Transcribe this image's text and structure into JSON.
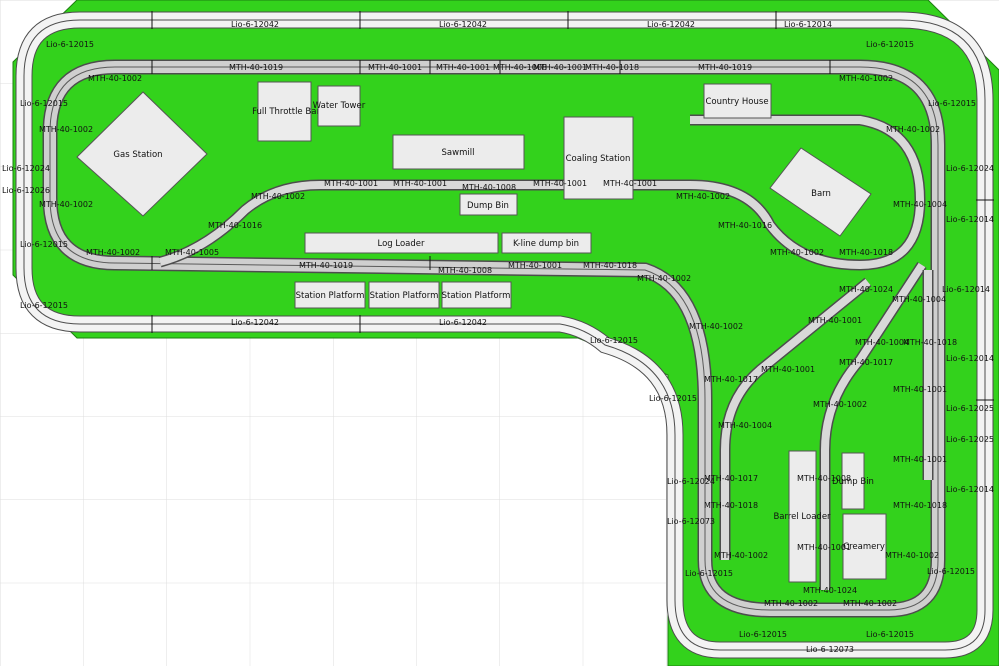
{
  "colors": {
    "table": "#33d21c",
    "grid": "#dedede",
    "track": "#9a9a9a",
    "rail": "#4d4d4d",
    "building_fill": "#ececec",
    "building_stroke": "#555555"
  },
  "buildings": [
    {
      "id": "gas-station",
      "label": "Gas Station"
    },
    {
      "id": "full-throttle-bar",
      "label": "Full Throttle Bar"
    },
    {
      "id": "water-tower",
      "label": "Water Tower"
    },
    {
      "id": "sawmill",
      "label": "Sawmill"
    },
    {
      "id": "coaling-station",
      "label": "Coaling Station"
    },
    {
      "id": "dump-bin-1",
      "label": "Dump Bin"
    },
    {
      "id": "country-house",
      "label": "Country House"
    },
    {
      "id": "barn",
      "label": "Barn"
    },
    {
      "id": "log-loader",
      "label": "Log Loader"
    },
    {
      "id": "kline-dump-bin",
      "label": "K-line dump bin"
    },
    {
      "id": "station-platform-1",
      "label": "Station Platform"
    },
    {
      "id": "station-platform-2",
      "label": "Station Platform"
    },
    {
      "id": "station-platform-3",
      "label": "Station Platform"
    },
    {
      "id": "barrel-loader",
      "label": "Barrel Loader"
    },
    {
      "id": "dump-bin-2",
      "label": "Dump Bin"
    },
    {
      "id": "creamery",
      "label": "Creamery"
    }
  ],
  "track_labels": [
    "Lio-6-12042",
    "Lio-6-12042",
    "Lio-6-12042",
    "Lio-6-12014",
    "Lio-6-12015",
    "Lio-6-12015",
    "MTH-40-1019",
    "MTH-40-1001",
    "MTH-40-1001",
    "MTH-40-1008",
    "MTH-40-1001",
    "MTH-40-1018",
    "MTH-40-1019",
    "MTH-40-1002",
    "MTH-40-1002",
    "Lio-6-12015",
    "Lio-6-12015",
    "MTH-40-1002",
    "MTH-40-1002",
    "Lio-6-12024",
    "Lio-6-12026",
    "MTH-40-1002",
    "Lio-6-12024",
    "Lio-6-12014",
    "MTH-40-1001",
    "MTH-40-1001",
    "MTH-40-1008",
    "MTH-40-1001",
    "MTH-40-1001",
    "MTH-40-1002",
    "MTH-40-1002",
    "MTH-40-1016",
    "MTH-40-1016",
    "MTH-40-1004",
    "Lio-6-12015",
    "MTH-40-1002",
    "MTH-40-1005",
    "MTH-40-1019",
    "MTH-40-1008",
    "MTH-40-1001",
    "MTH-40-1018",
    "MTH-40-1002",
    "MTH-40-1002",
    "MTH-40-1018",
    "Lio-6-12014",
    "Lio-6-12015",
    "MTH-40-1024",
    "MTH-40-1004",
    "Lio-6-12042",
    "Lio-6-12042",
    "MTH-40-1001",
    "Lio-6-12015",
    "MTH-40-1002",
    "MTH-40-1018",
    "MTH-40-1004",
    "Lio-6-12014",
    "MTH-40-1017",
    "MTH-40-1001",
    "MTH-40-1017",
    "Lio-6-12015",
    "MTH-40-1001",
    "MTH-40-1002",
    "Lio-6-12025",
    "MTH-40-1004",
    "Lio-6-12025",
    "MTH-40-1001",
    "Lio-6-12024",
    "MTH-40-1017",
    "MTH-40-1008",
    "Lio-6-12014",
    "MTH-40-1018",
    "Lio-6-12073",
    "MTH-40-1018",
    "MTH-40-1001",
    "MTH-40-1002",
    "MTH-40-1002",
    "Lio-6-12015",
    "MTH-40-1024",
    "Lio-6-12015",
    "MTH-40-1002",
    "MTH-40-1002",
    "Lio-6-12015",
    "Lio-6-12015",
    "Lio-6-12073"
  ]
}
